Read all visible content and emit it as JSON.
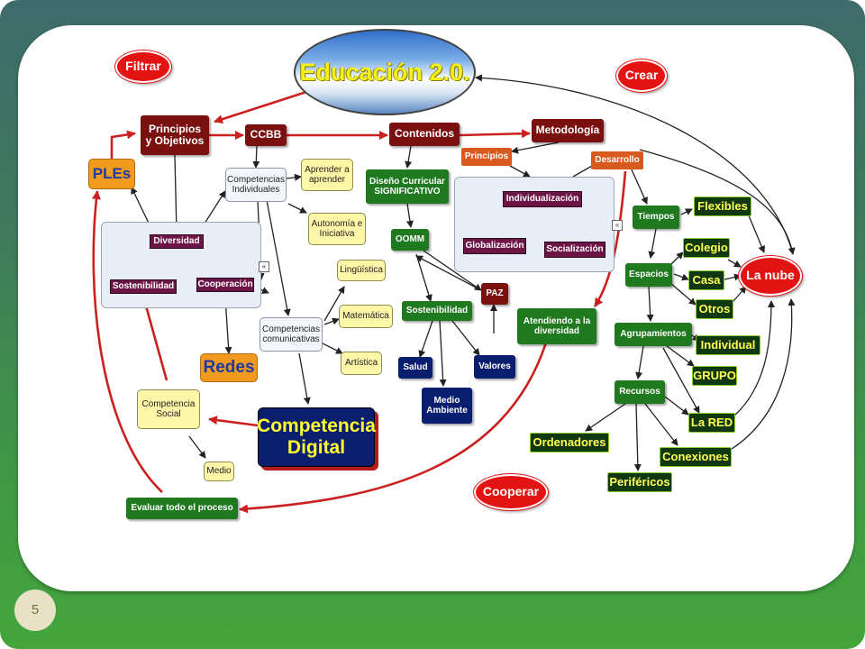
{
  "slide": {
    "page_number": "5"
  },
  "map": {
    "title": "Educación 2.0.",
    "ovals": {
      "filtrar": "Filtrar",
      "crear": "Crear",
      "cooperar": "Cooperar",
      "la_nube": "La nube"
    },
    "main": {
      "principios_objetivos": "Principios\ny Objetivos",
      "ccbb": "CCBB",
      "contenidos": "Contenidos",
      "metodologia": "Metodología"
    },
    "ples": "PLEs",
    "redes": "Redes",
    "competencias": {
      "individuales": "Competencias\nIndividuales",
      "aprender": "Aprender a\naprender",
      "autonomia": "Autonomía e\nIniciativa",
      "comunicativas": "Competencias\ncomunicativas",
      "linguistica": "Lingüística",
      "matematica": "Matemática",
      "artistica": "Artística",
      "social": "Competencia\nSocial",
      "medio": "Medio",
      "digital": "Competencia\nDigital"
    },
    "values": {
      "diversidad": "Diversidad",
      "sostenibilidad": "Sostenibilidad",
      "cooperacion": "Cooperación"
    },
    "curriculum": {
      "diseno": "Diseño Curricular\nSIGNIFICATIVO",
      "oomm": "OOMM",
      "sostenibilidad": "Sostenibilidad",
      "paz": "PAZ",
      "salud": "Salud",
      "medio_ambiente": "Medio\nAmbiente",
      "valores": "Valores"
    },
    "method": {
      "principios": "Principios",
      "desarrollo": "Desarrollo",
      "individualizacion": "Individualización",
      "globalizacion": "Globalización",
      "socializacion": "Socialización",
      "atendiendo": "Atendiendo a la\ndiversidad",
      "evaluar": "Evaluar todo el proceso"
    },
    "organization": {
      "tiempos": "Tiempos",
      "flexibles": "Flexibles",
      "espacios": "Espacios",
      "colegio": "Colegio",
      "casa": "Casa",
      "otros": "Otros",
      "agrupamientos": "Agrupamientos",
      "individual": "Individual",
      "grupo": "GRUPO",
      "recursos": "Recursos",
      "la_red": "La RED",
      "ordenadores": "Ordenadores",
      "conexiones": "Conexiones",
      "perifericos": "Periféricos"
    },
    "colors": {
      "background": "#3f9a43",
      "oval": "#e41313",
      "dark_node": "#7a1010",
      "green_node": "#1f7a1f",
      "navy_node": "#0a1e70",
      "yellow_node": "#fff7a8",
      "edge": "#cc2020"
    }
  }
}
